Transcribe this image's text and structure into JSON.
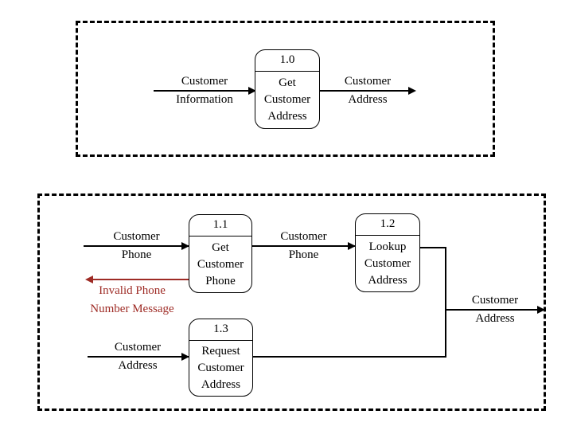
{
  "diagram": {
    "type": "data-flow-diagram",
    "colors": {
      "line": "#000000",
      "error_flow": "#9e2b25",
      "boundary": "#000000",
      "background": "#ffffff"
    },
    "context_level": {
      "name": "context-diagram",
      "processes": [
        {
          "id": "1.0",
          "label_lines": [
            "Get",
            "Customer",
            "Address"
          ]
        }
      ],
      "flows": [
        {
          "name": "customer-information-in",
          "label_lines": [
            "Customer",
            "Information"
          ],
          "direction": "right",
          "color": "#000000"
        },
        {
          "name": "customer-address-out",
          "label_lines": [
            "Customer",
            "Address"
          ],
          "direction": "right",
          "color": "#000000"
        }
      ]
    },
    "level_1": {
      "name": "level-1-diagram",
      "processes": [
        {
          "id": "1.1",
          "label_lines": [
            "Get",
            "Customer",
            "Phone"
          ]
        },
        {
          "id": "1.2",
          "label_lines": [
            "Lookup",
            "Customer",
            "Address"
          ]
        },
        {
          "id": "1.3",
          "label_lines": [
            "Request",
            "Customer",
            "Address"
          ]
        }
      ],
      "flows": [
        {
          "name": "customer-phone-in",
          "label_lines": [
            "Customer",
            "Phone"
          ],
          "direction": "right",
          "color": "#000000"
        },
        {
          "name": "invalid-phone-number-message",
          "label_lines": [
            "Invalid Phone",
            "Number Message"
          ],
          "direction": "left",
          "color": "#9e2b25"
        },
        {
          "name": "customer-phone-to-lookup",
          "label_lines": [
            "Customer",
            "Phone"
          ],
          "direction": "right",
          "color": "#000000"
        },
        {
          "name": "customer-address-in",
          "label_lines": [
            "Customer",
            "Address"
          ],
          "direction": "right",
          "color": "#000000"
        },
        {
          "name": "customer-address-out",
          "label_lines": [
            "Customer",
            "Address"
          ],
          "direction": "right",
          "color": "#000000"
        }
      ]
    }
  }
}
